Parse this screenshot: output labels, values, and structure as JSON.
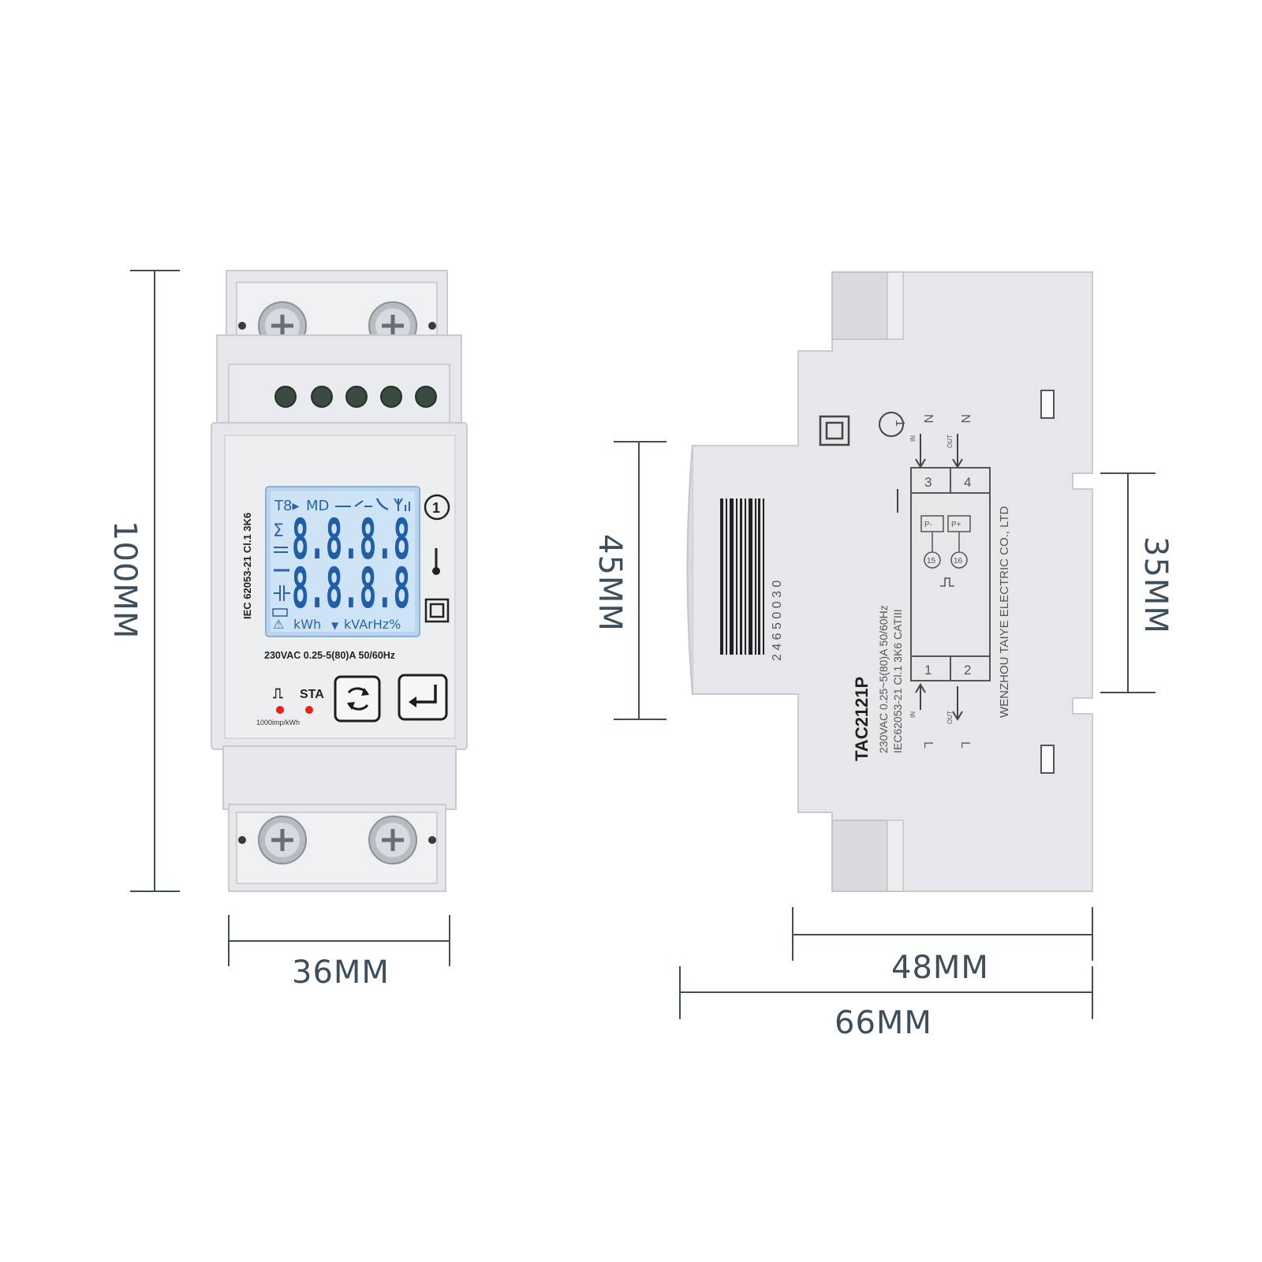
{
  "dimensions": {
    "height_front": "100MM",
    "width_front": "36MM",
    "module_height": "45MM",
    "rail_height": "35MM",
    "depth_inner": "48MM",
    "depth_total": "66MM"
  },
  "front": {
    "standard_label": "IEC 62053-21  Cl.1  3K6",
    "lcd_top_row": [
      "T8▸",
      "MD"
    ],
    "lcd_digits_row1": "8.8.8.8",
    "lcd_digits_row2": "8.8.8.8",
    "lcd_units": [
      "kWh",
      "kVArHz%"
    ],
    "rating": "230VAC  0.25-5(80)A   50/60Hz",
    "pulse_label": "⎍",
    "sta_label": "STA",
    "imp_label": "1000imp/kWh",
    "class_symbol": "1"
  },
  "side": {
    "model": "TAC2121P",
    "rating": "230VAC  0.25~5(80)A  50/60Hz",
    "standard": "IEC62053-21  Cl.1  3K6  CATIII",
    "manufacturer": "WENZHOU TAIYE ELECTRIC CO., LTD",
    "barcode_number": "2 4 6 5 0 0 3 0",
    "terminal_3": "3",
    "terminal_4": "4",
    "terminal_1": "1",
    "terminal_2": "2",
    "pulse_minus": "P-",
    "pulse_plus": "P+",
    "pulse_15": "15",
    "pulse_16": "16",
    "label_n": "N",
    "label_l": "L",
    "label_in": "IN",
    "label_out": "OUT",
    "class_symbol": "1"
  }
}
